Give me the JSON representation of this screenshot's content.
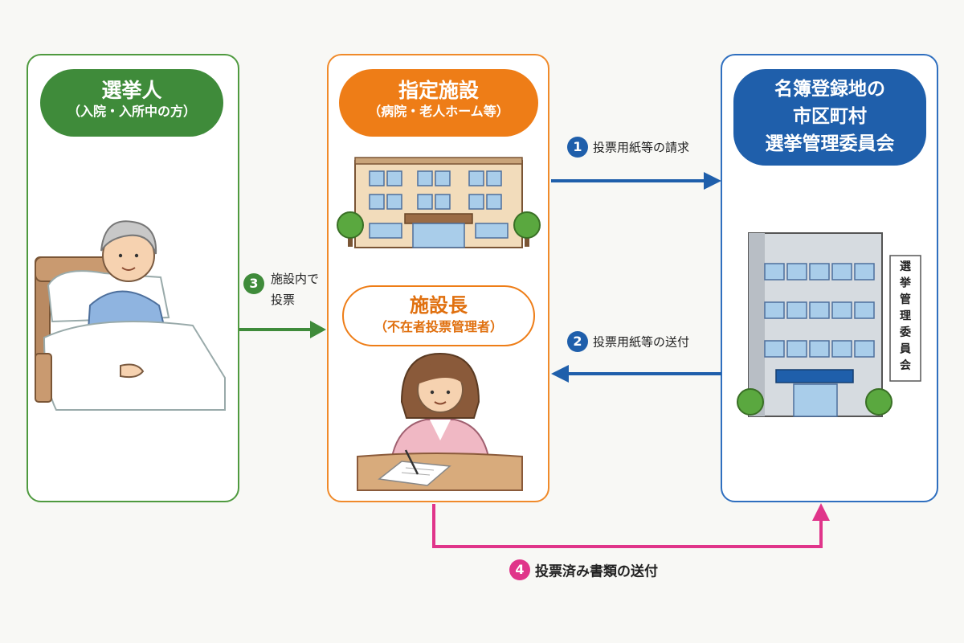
{
  "voter": {
    "title": "選挙人",
    "subtitle": "（入院・入所中の方）"
  },
  "facility": {
    "title": "指定施設",
    "subtitle": "（病院・老人ホーム等）"
  },
  "facility_head": {
    "title": "施設長",
    "subtitle": "（不在者投票管理者）"
  },
  "committee": {
    "lines": [
      "名簿登録地の",
      "市区町村",
      "選挙管理委員会"
    ],
    "sign_text": "選挙管理委員会"
  },
  "steps": [
    {
      "number": "1",
      "text": "投票用紙等の請求",
      "color": "#1f5fab"
    },
    {
      "number": "2",
      "text": "投票用紙等の送付",
      "color": "#1f5fab"
    },
    {
      "number": "3",
      "text_line1": "施設内で",
      "text_line2": "投票",
      "color": "#3f8b3a"
    },
    {
      "number": "4",
      "text": "投票済み書類の送付",
      "color": "#e0358a"
    }
  ],
  "colors": {
    "green": "#3f8b3a",
    "orange": "#ee7d17",
    "blue": "#1f5fab",
    "pink": "#e0358a"
  }
}
